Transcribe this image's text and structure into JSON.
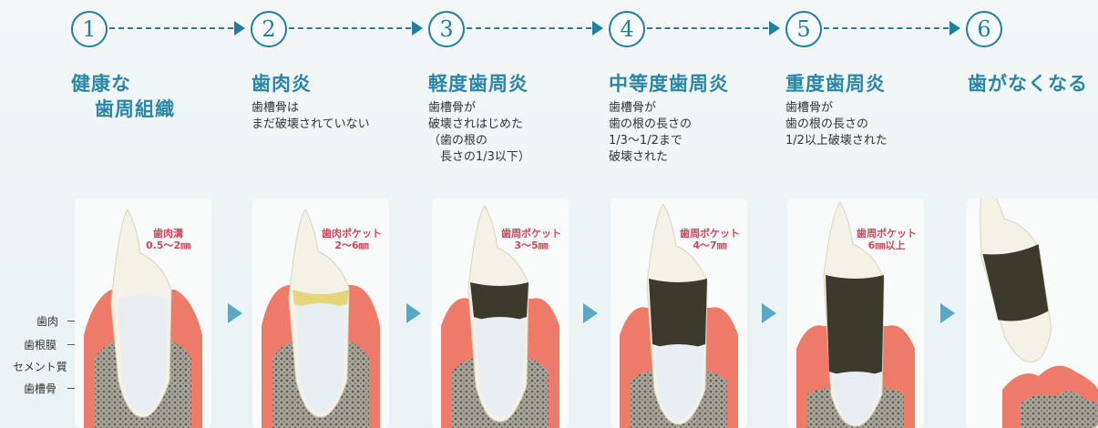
{
  "steps": [
    {
      "num": "1",
      "title_line1": "健康な",
      "title_line2": "歯周組織",
      "desc": "",
      "pocket_label": "歯肉溝\n0.5〜2㎜"
    },
    {
      "num": "2",
      "title_line1": "歯肉炎",
      "title_line2": "",
      "desc": "歯槽骨は\nまだ破壊されていない",
      "pocket_label": "歯肉ポケット\n2〜6㎜"
    },
    {
      "num": "3",
      "title_line1": "軽度歯周炎",
      "title_line2": "",
      "desc": "歯槽骨が\n破壊されはじめた\n（歯の根の\n　長さの1/3以下）",
      "pocket_label": "歯周ポケット\n3〜5㎜"
    },
    {
      "num": "4",
      "title_line1": "中等度歯周炎",
      "title_line2": "",
      "desc": "歯槽骨が\n歯の根の長さの\n1/3〜1/2まで\n破壊された",
      "pocket_label": "歯周ポケット\n4〜7㎜"
    },
    {
      "num": "5",
      "title_line1": "重度歯周炎",
      "title_line2": "",
      "desc": "歯槽骨が\n歯の根の長さの\n1/2以上破壊された",
      "pocket_label": "歯周ポケット\n6㎜以上"
    },
    {
      "num": "6",
      "title_line1": "歯がなくなる",
      "title_line2": "",
      "desc": "",
      "pocket_label": ""
    }
  ],
  "anatomy_labels": [
    "歯肉",
    "歯根膜",
    "セメント質",
    "歯槽骨"
  ],
  "colors": {
    "accent": "#1f7f9e",
    "title": "#2a86a6",
    "pocket_label": "#d2475a",
    "gum": "#ee7a6a",
    "bone": "#8f8f86",
    "tooth": "#f3f1e4",
    "tartar": "#3b3a2c",
    "arrow_between": "#5aa7c6"
  },
  "icons": {
    "flow_arrow": "dashed-right-arrow",
    "stage_arrow": "right-triangle-icon"
  }
}
